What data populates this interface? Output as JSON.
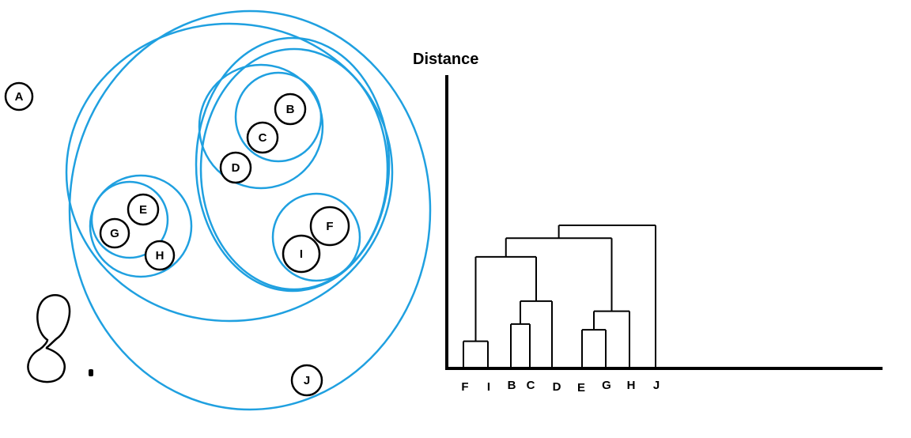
{
  "colors": {
    "cluster": "#1fa0e0",
    "ink": "#000000",
    "background": "#ffffff"
  },
  "points": [
    {
      "id": "A",
      "label": "A"
    },
    {
      "id": "B",
      "label": "B"
    },
    {
      "id": "C",
      "label": "C"
    },
    {
      "id": "D",
      "label": "D"
    },
    {
      "id": "E",
      "label": "E"
    },
    {
      "id": "G",
      "label": "G"
    },
    {
      "id": "H",
      "label": "H"
    },
    {
      "id": "F",
      "label": "F"
    },
    {
      "id": "I",
      "label": "I"
    },
    {
      "id": "J",
      "label": "J"
    }
  ],
  "clusters": [
    {
      "members": [
        "B",
        "C"
      ]
    },
    {
      "members": [
        "B",
        "C",
        "D"
      ]
    },
    {
      "members": [
        "E",
        "G",
        "H"
      ]
    },
    {
      "members": [
        "F",
        "I"
      ]
    },
    {
      "members": [
        "B",
        "C",
        "D",
        "F",
        "I"
      ]
    },
    {
      "members": [
        "B",
        "C",
        "D",
        "F",
        "I",
        "E",
        "G",
        "H"
      ]
    },
    {
      "members": [
        "B",
        "C",
        "D",
        "F",
        "I",
        "E",
        "G",
        "H",
        "J"
      ]
    }
  ],
  "dendrogram": {
    "axis_title": "Distance",
    "leaves": [
      "F",
      "I",
      "B",
      "C",
      "D",
      "E",
      "G",
      "H",
      "J"
    ],
    "merges": [
      {
        "left": "F",
        "right": "I",
        "height": 0.19
      },
      {
        "left": "B",
        "right": "C",
        "height": 0.31
      },
      {
        "left": "E",
        "right": "G",
        "height": 0.27
      },
      {
        "left": "BC",
        "right": "D",
        "height": 0.47
      },
      {
        "left": "EG",
        "right": "H",
        "height": 0.4
      },
      {
        "left": "FI",
        "right": "BCD",
        "height": 0.78
      },
      {
        "left": "FIBCD",
        "right": "EGH",
        "height": 0.91
      },
      {
        "left": "FIBCDEGH",
        "right": "J",
        "height": 1.0
      }
    ]
  }
}
